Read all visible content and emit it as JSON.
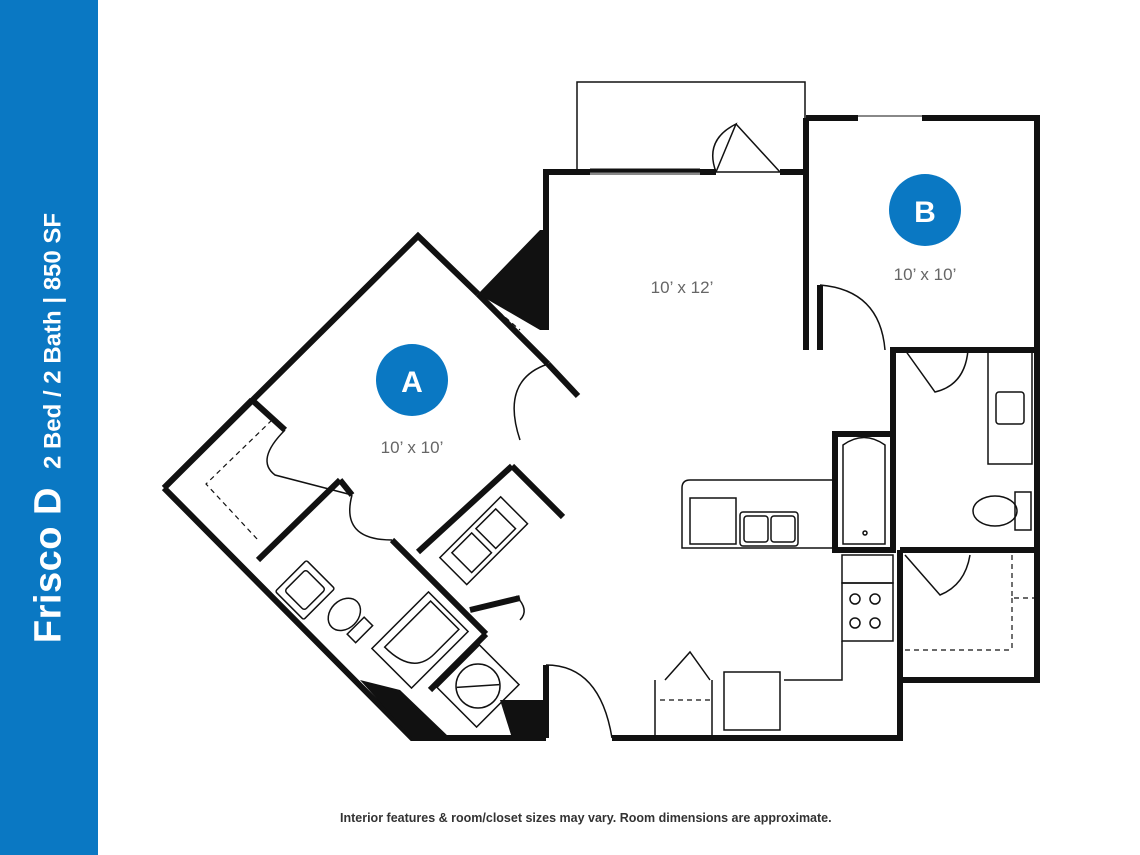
{
  "sidebar": {
    "plan_name": "Frisco D",
    "plan_details": "2 Bed / 2 Bath | 850 SF",
    "background_color": "#0a78c3"
  },
  "rooms": {
    "bedroom_a": {
      "badge": "A",
      "dimensions": "10’ x 10’"
    },
    "bedroom_b": {
      "badge": "B",
      "dimensions": "10’ x 10’"
    },
    "living": {
      "dimensions": "10’ x 12’"
    }
  },
  "footnote": "Interior features & room/closet sizes may vary. Room dimensions are approximate.",
  "colors": {
    "accent": "#0a78c3",
    "wall": "#111111",
    "label": "#666666"
  }
}
